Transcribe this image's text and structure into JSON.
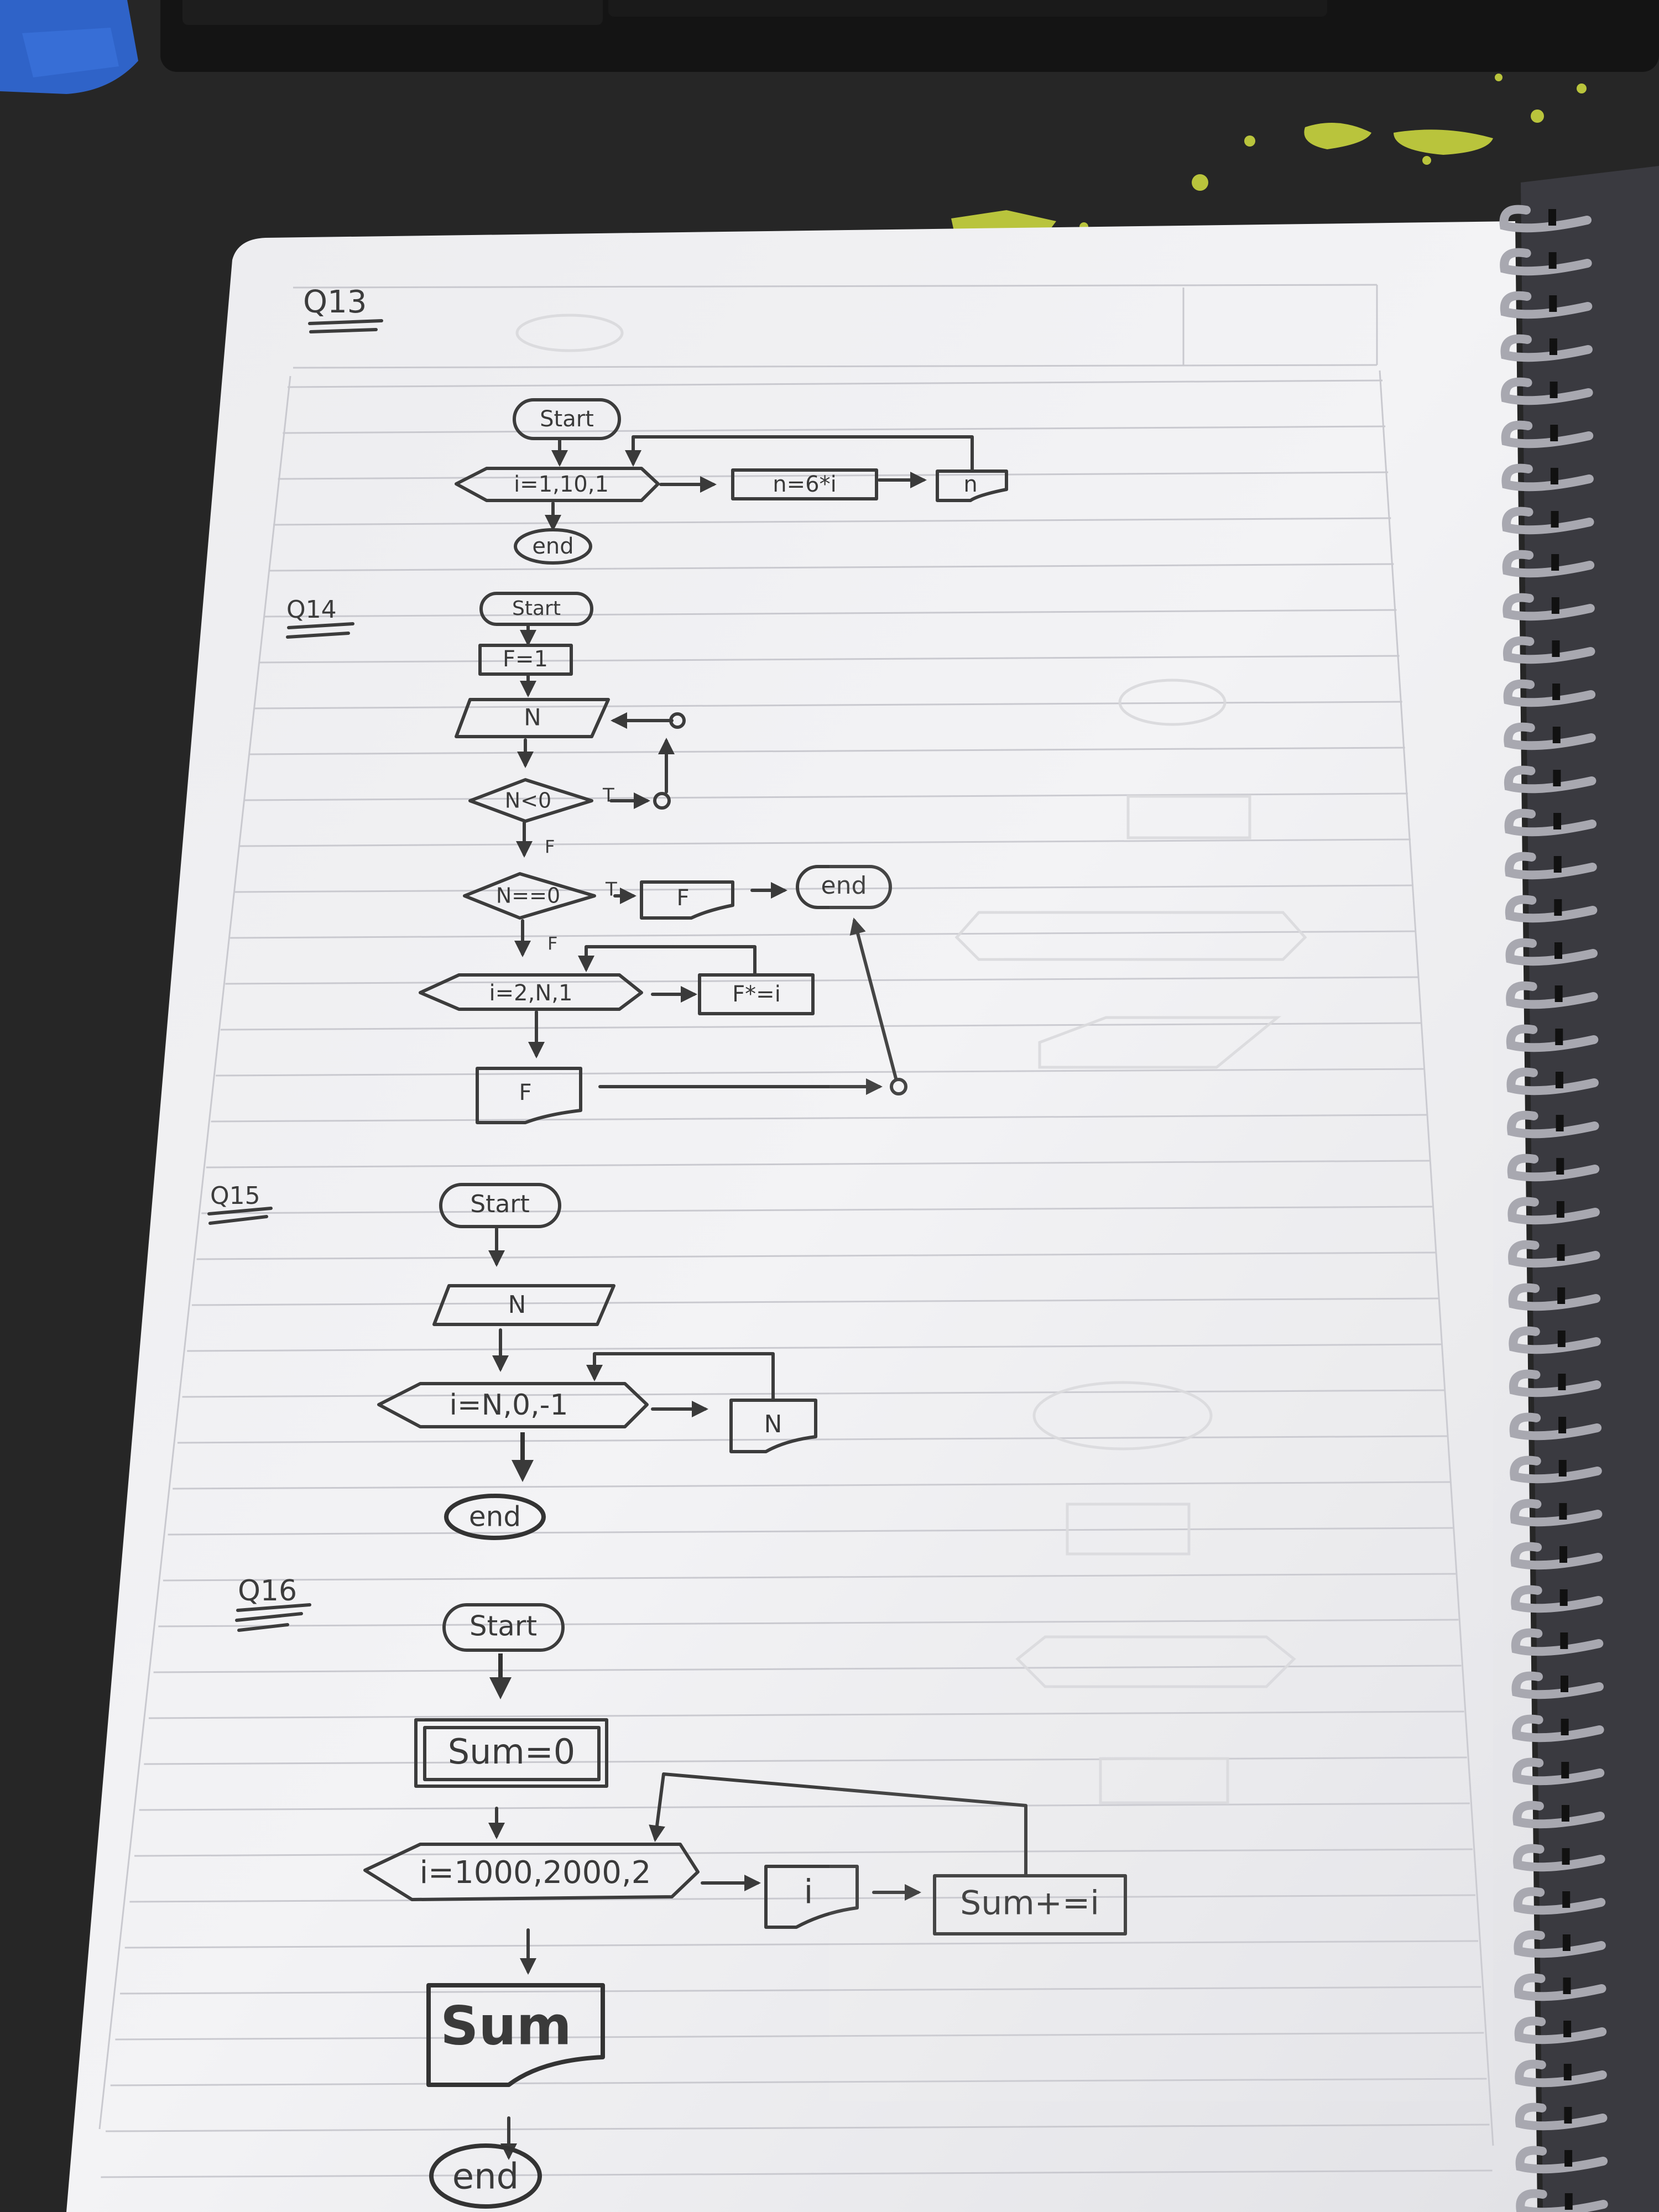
{
  "colors": {
    "desk": "#262626",
    "paper": "#f1f1f3",
    "ink": "#3a3a3a",
    "rule_line": "#c9c9cf",
    "spiral": "#a8a8b0",
    "paint_splatter": "#b9c43c",
    "keyboard": "#141414"
  },
  "page": {
    "q13": {
      "label": "Q13",
      "start": "Start",
      "loop": "i=1,10,1",
      "process": "n=6*i",
      "output": "n",
      "end": "end"
    },
    "q14": {
      "label": "Q14",
      "start": "Start",
      "init": "F=1",
      "input": "N",
      "decision1": "N<0",
      "decision1_true": "T",
      "decision1_false": "F",
      "decision2": "N==0",
      "decision2_true": "T",
      "decision2_false": "F",
      "output1": "F",
      "end": "end",
      "loop": "i=2,N,1",
      "process": "F*=i",
      "output2": "F"
    },
    "q15": {
      "label": "Q15",
      "start": "Start",
      "input": "N",
      "loop": "i=N,0,-1",
      "output": "N",
      "end": "end"
    },
    "q16": {
      "label": "Q16",
      "start": "Start",
      "init": "Sum=0",
      "loop": "i=1000,2000,2",
      "output1": "i",
      "process": "Sum+=i",
      "output2": "Sum",
      "end": "end"
    }
  }
}
